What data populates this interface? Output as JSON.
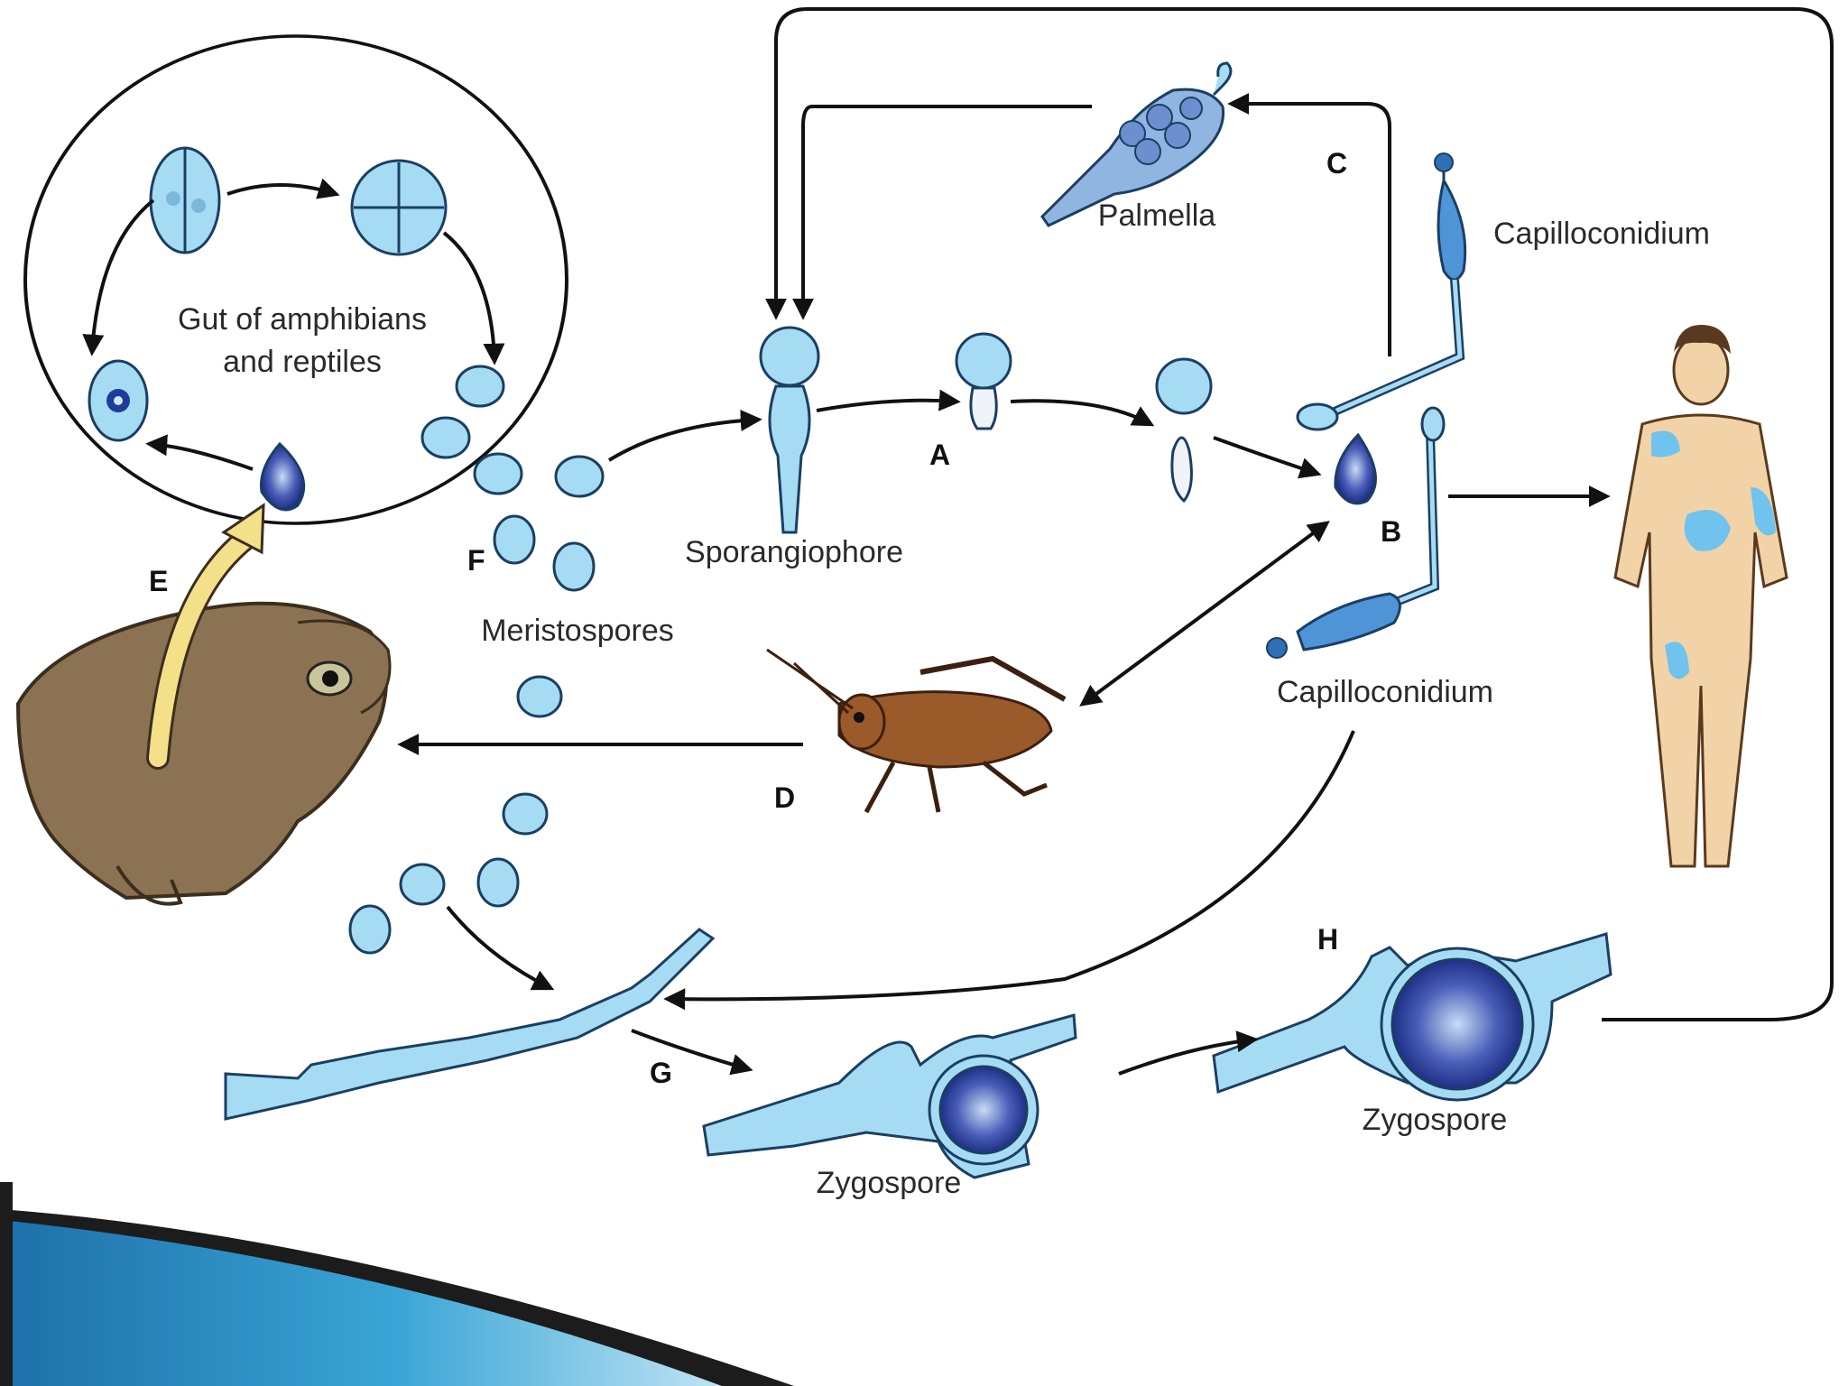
{
  "labels": {
    "gut": [
      "Gut of amphibians",
      "and reptiles"
    ],
    "palmella": "Palmella",
    "capilloconidium_top": "Capilloconidium",
    "capilloconidium_bottom": "Capilloconidium",
    "sporangiophore": "Sporangiophore",
    "meristospores": "Meristospores",
    "zygospore_left": "Zygospore",
    "zygospore_right": "Zygospore"
  },
  "letters": {
    "a": "A",
    "b": "B",
    "c": "C",
    "d": "D",
    "e": "E",
    "f": "F",
    "g": "G",
    "h": "H"
  },
  "colors": {
    "cell_fill": "#a6dcf3",
    "cell_stroke": "#1b3f63",
    "spore_dark": "#2a3f9a",
    "toad": "#8a7252",
    "cricket": "#9a5a2a",
    "skin": "#f2d3a7",
    "lesion": "#6fc3ec",
    "yellow_arrow": "#f5e08a",
    "banner": "#2e8fc6"
  }
}
